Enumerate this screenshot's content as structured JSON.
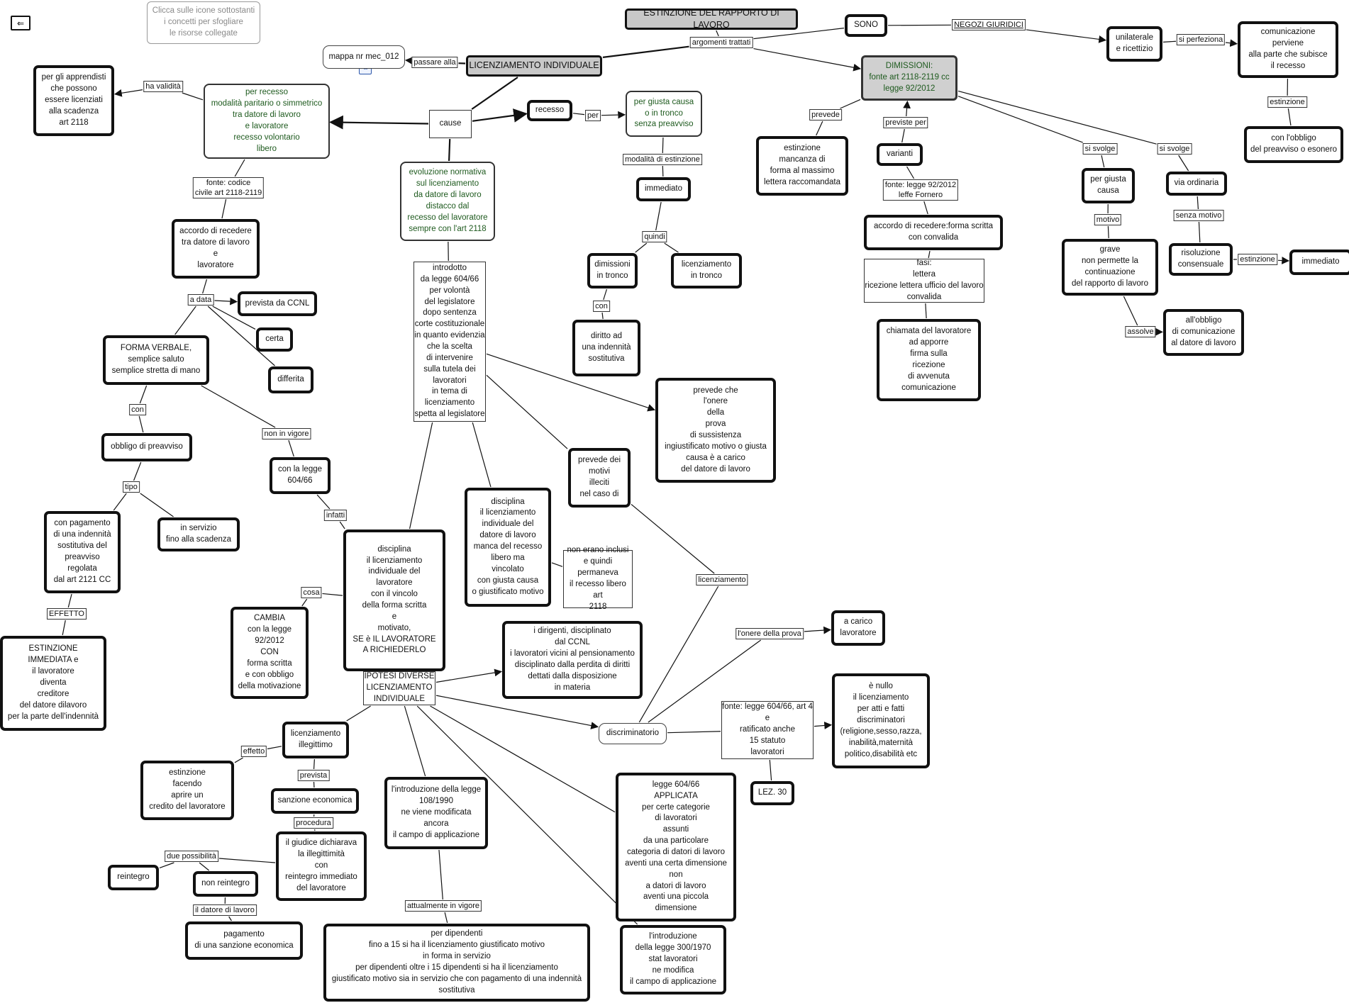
{
  "nodes": [
    {
      "id": "hint",
      "text": "Clicca sulle icone sottostanti\ni concetti per sfogliare\nle risorse collegate",
      "style": "thing"
    },
    {
      "id": "title",
      "text": "ESTINZIONE DEL RAPPORTO DI LAVORO",
      "style": "title"
    },
    {
      "id": "sono",
      "text": "SONO",
      "style": "bold"
    },
    {
      "id": "unilat",
      "text": "unilaterale\ne ricettizio",
      "style": "bold"
    },
    {
      "id": "comunicazione",
      "text": "comunicazione\nperviene\nalla parte che subisce\nil recesso",
      "style": "bold"
    },
    {
      "id": "obbligo_preav",
      "text": "con l'obbligo\ndel preavviso o esonero",
      "style": "bold"
    },
    {
      "id": "mappa",
      "text": "mappa nr mec_012",
      "style": "thinr"
    },
    {
      "id": "licenz",
      "text": "LICENZIAMENTO INDIVIDUALE",
      "style": "title"
    },
    {
      "id": "dimissioni",
      "text": "DIMISSIONI:\nfonte art 2118-2119 cc\nlegge 92/2012",
      "style": "dimbox"
    },
    {
      "id": "apprendisti",
      "text": "per gli apprendisti\nche possono\nessere licenziati\nalla scadenza\nart 2118",
      "style": "bold"
    },
    {
      "id": "perrecesso",
      "text": "per recesso\nmodalità paritario o simmetrico\ntra datore di lavoro\ne lavoratore\nrecesso volontario\nlibero",
      "style": "green"
    },
    {
      "id": "cause",
      "text": "cause",
      "style": "thin"
    },
    {
      "id": "recesso",
      "text": "recesso",
      "style": "bold"
    },
    {
      "id": "giustacausa",
      "text": "per giusta causa\no in tronco\nsenza preavviso",
      "style": "green"
    },
    {
      "id": "estinzione_mancanza",
      "text": "estinzione\nmancanza di\nforma al massimo\nlettera raccomandata",
      "style": "bold"
    },
    {
      "id": "varianti",
      "text": "varianti",
      "style": "bold"
    },
    {
      "id": "pergiustacausa",
      "text": "per giusta\ncausa",
      "style": "bold"
    },
    {
      "id": "viaordinaria",
      "text": "via ordinaria",
      "style": "bold"
    },
    {
      "id": "evoluzione",
      "text": "evoluzione normativa\nsul licenziamento\nda datore di lavoro\ndistacco dal\nrecesso del lavoratore\nsempre con l'art 2118",
      "style": "green"
    },
    {
      "id": "immediato",
      "text": "immediato",
      "style": "bold"
    },
    {
      "id": "accordo",
      "text": "accordo di recedere\ntra datore di lavoro\ne\nlavoratore",
      "style": "bold"
    },
    {
      "id": "accordo_convalida",
      "text": "accordo di recedere:forma scritta\ncon convalida",
      "style": "bold"
    },
    {
      "id": "grave",
      "text": "grave\nnon permette la\ncontinuazione\ndel rapporto di lavoro",
      "style": "bold"
    },
    {
      "id": "risoluzione",
      "text": "risoluzione\nconsensuale",
      "style": "bold"
    },
    {
      "id": "immediato2",
      "text": "immediato",
      "style": "bold"
    },
    {
      "id": "introdotto",
      "text": "introdotto\nda legge 604/66\nper volontà\ndel legislatore\ndopo sentenza\ncorte costituzionale\nin quanto evidenzia\nche la scelta\ndi intervenire\nsulla tutela dei\nlavoratori\nin tema di\nlicenziamento\nspetta al legislatore",
      "style": "thin"
    },
    {
      "id": "dim_tronco",
      "text": "dimissioni\nin tronco",
      "style": "bold"
    },
    {
      "id": "lic_tronco",
      "text": "licenziamento\nin tronco",
      "style": "bold"
    },
    {
      "id": "fasi",
      "text": "fasi:\nlettera\nricezione lettera ufficio del lavoro\nconvalida",
      "style": "thin"
    },
    {
      "id": "prevista_ccnl",
      "text": "prevista da CCNL",
      "style": "bold"
    },
    {
      "id": "certa",
      "text": "certa",
      "style": "bold"
    },
    {
      "id": "formaverbale",
      "text": "FORMA VERBALE,\nsemplice saluto\nsemplice stretta di mano",
      "style": "bold"
    },
    {
      "id": "differita",
      "text": "differita",
      "style": "bold"
    },
    {
      "id": "diritto",
      "text": "diritto ad\nuna indennità\nsostitutiva",
      "style": "bold"
    },
    {
      "id": "chiamata",
      "text": "chiamata del lavoratore\nad apporre\nfirma sulla\nricezione\ndi avvenuta\ncomunicazione",
      "style": "bold"
    },
    {
      "id": "allobbligo",
      "text": "all'obbligo\ndi comunicazione\nal datore di lavoro",
      "style": "bold"
    },
    {
      "id": "prevedeonere",
      "text": "prevede che\nl'onere\ndella\nprova\ndi sussistenza\ningiustificato motivo o giusta\ncausa è a carico\ndel datore di lavoro",
      "style": "bold"
    },
    {
      "id": "obbligo_preavviso",
      "text": "obbligo di preavviso",
      "style": "bold"
    },
    {
      "id": "prevedemotivi",
      "text": "prevede dei\nmotivi\nilleciti\nnel caso di",
      "style": "bold"
    },
    {
      "id": "conlegge604",
      "text": "con la legge\n604/66",
      "style": "bold"
    },
    {
      "id": "disc_manca",
      "text": "disciplina\nil licenziamento\nindividuale del\ndatore di lavoro\nmanca del recesso\nlibero ma\nvincolato\ncon giusta causa\no giustificato motivo",
      "style": "bold"
    },
    {
      "id": "conpagamento",
      "text": "con pagamento\ndi una indennità\nsostitutiva del\npreavviso\nregolata\ndal art 2121 CC",
      "style": "bold"
    },
    {
      "id": "inservizio",
      "text": "in servizio\nfino alla scadenza",
      "style": "bold"
    },
    {
      "id": "disc_vincolo",
      "text": "disciplina\nil licenziamento\nindividuale del\nlavoratore\ncon il vincolo\ndella forma scritta\ne\nmotivato,\nSE è IL LAVORATORE\nA RICHIEDERLO",
      "style": "bold"
    },
    {
      "id": "noneranoinclusi",
      "text": "non erano inclusi\ne quindi\npermaneva\nil recesso libero art\n2118",
      "style": "thin"
    },
    {
      "id": "cambia",
      "text": "CAMBIA\ncon la legge\n92/2012\nCON\nforma scritta\ne con obbligo\ndella motivazione",
      "style": "bold"
    },
    {
      "id": "dirigenti",
      "text": "i dirigenti, disciplinato\ndal CCNL\ni lavoratori vicini al pensionamento\ndisciplinato dalla perdita di diritti\ndettati dalla disposizione\nin materia",
      "style": "bold"
    },
    {
      "id": "acarico",
      "text": "a carico\nlavoratore",
      "style": "bold"
    },
    {
      "id": "estinzione_immediata",
      "text": "ESTINZIONE\nIMMEDIATA e\nil lavoratore\ndiventa\ncreditore\ndel datore dilavoro\nper la parte dell'indennità",
      "style": "bold"
    },
    {
      "id": "ipotesi",
      "text": "IPOTESI DIVERSE\nLICENZIAMENTO\nINDIVIDUALE",
      "style": "thin"
    },
    {
      "id": "enullo",
      "text": "è nullo\nil licenziamento\nper atti e fatti\ndiscriminatori\n(religione,sesso,razza,\ninabilità,maternità\npolitico,disabilità etc",
      "style": "bold"
    },
    {
      "id": "fonte604",
      "text": "fonte: legge 604/66, art 4\ne\nratificato anche\n15 statuto\nlavoratori",
      "style": "thin"
    },
    {
      "id": "discriminatorio",
      "text": "discriminatorio",
      "style": "thinr"
    },
    {
      "id": "lic_illegittimo",
      "text": "licenziamento\nillegittimo",
      "style": "bold"
    },
    {
      "id": "estinzione_credito",
      "text": "estinzione\nfacendo\naprire un\ncredito del lavoratore",
      "style": "bold"
    },
    {
      "id": "lez30",
      "text": "LEZ. 30",
      "style": "bold"
    },
    {
      "id": "legge604applicata",
      "text": "legge 604/66\nAPPLICATA\nper certe categorie\ndi lavoratori\nassunti\nda una particolare\ncategoria di datori di lavoro\naventi una certa dimensione\nnon\na datori di lavoro\naventi una piccola\ndimensione",
      "style": "bold"
    },
    {
      "id": "sanzione",
      "text": "sanzione economica",
      "style": "bold"
    },
    {
      "id": "legge108",
      "text": "l'introduzione della legge\n108/1990\nne viene modificata\nancora\nil campo di applicazione",
      "style": "bold"
    },
    {
      "id": "giudice",
      "text": "il giudice dichiarava\nla illegittimità\ncon\nreintegro immediato\ndel lavoratore",
      "style": "bold"
    },
    {
      "id": "reintegro",
      "text": "reintegro",
      "style": "bold"
    },
    {
      "id": "nonreintegro",
      "text": "non reintegro",
      "style": "bold"
    },
    {
      "id": "legge300",
      "text": "l'introduzione\ndella legge 300/1970\nstat lavoratori\nne modifica\nil campo di applicazione",
      "style": "bold"
    },
    {
      "id": "pagamento_sanzione",
      "text": "pagamento\ndi una sanzione economica",
      "style": "bold"
    },
    {
      "id": "perdipendenti",
      "text": "per dipendenti\nfino a 15 si ha il licenziamento giustificato motivo\nin forma  in servizio\nper dipendenti oltre i 15 dipendenti si ha il licenziamento\ngiustificato motivo sia in servizio che con pagamento di una indennità\nsostitutiva",
      "style": "bold"
    }
  ],
  "labels": [
    {
      "id": "l_arg",
      "text": "argomenti trattati"
    },
    {
      "id": "l_negozi",
      "text": "NEGOZI GIURIDICI",
      "ul": true
    },
    {
      "id": "l_siperf",
      "text": "si perfeziona"
    },
    {
      "id": "l_estinzione1",
      "text": "estinzione"
    },
    {
      "id": "l_passare",
      "text": "passare alla"
    },
    {
      "id": "l_validita",
      "text": "ha validità"
    },
    {
      "id": "l_per",
      "text": "per"
    },
    {
      "id": "l_prevede",
      "text": "prevede"
    },
    {
      "id": "l_previste",
      "text": "previste per"
    },
    {
      "id": "l_sisvolge1",
      "text": "si svolge"
    },
    {
      "id": "l_sisvolge2",
      "text": "si svolge"
    },
    {
      "id": "l_modalita",
      "text": "modalità di estinzione"
    },
    {
      "id": "l_fontecodice",
      "text": "fonte: codice\ncivile art 2118-2119"
    },
    {
      "id": "l_fonte92",
      "text": "fonte: legge 92/2012\nleffe Fornero"
    },
    {
      "id": "l_motivo",
      "text": "motivo"
    },
    {
      "id": "l_senzamotivo",
      "text": "senza motivo"
    },
    {
      "id": "l_estinzione2",
      "text": "estinzione"
    },
    {
      "id": "l_quindi",
      "text": "quindi"
    },
    {
      "id": "l_adata",
      "text": "a data"
    },
    {
      "id": "l_con1",
      "text": "con"
    },
    {
      "id": "l_assolve",
      "text": "assolve"
    },
    {
      "id": "l_con2",
      "text": "con"
    },
    {
      "id": "l_nonvigore",
      "text": "non in vigore"
    },
    {
      "id": "l_tipo",
      "text": "tipo"
    },
    {
      "id": "l_infatti",
      "text": "infatti"
    },
    {
      "id": "l_licenziamento",
      "text": "licenziamento"
    },
    {
      "id": "l_cosa",
      "text": "cosa"
    },
    {
      "id": "l_effetto1",
      "text": "EFFETTO"
    },
    {
      "id": "l_onere",
      "text": "l'onere della prova"
    },
    {
      "id": "l_effetto2",
      "text": "effetto"
    },
    {
      "id": "l_prevista",
      "text": "prevista"
    },
    {
      "id": "l_procedura",
      "text": "procedura"
    },
    {
      "id": "l_duepos",
      "text": "due possibilità"
    },
    {
      "id": "l_datore",
      "text": "il datore di lavoro"
    },
    {
      "id": "l_attualmente",
      "text": "attualmente in vigore"
    }
  ],
  "links": [
    [
      "title",
      "l_arg",
      "plain"
    ],
    [
      "l_arg",
      "sono",
      "plain"
    ],
    [
      "l_arg",
      "licenz",
      "plain"
    ],
    [
      "l_arg",
      "dimissioni",
      "arrow"
    ],
    [
      "sono",
      "l_negozi",
      "plain"
    ],
    [
      "l_negozi",
      "unilat",
      "arrow"
    ],
    [
      "unilat",
      "l_siperf",
      "plain"
    ],
    [
      "l_siperf",
      "comunicazione",
      "arrow"
    ],
    [
      "comunicazione",
      "l_estinzione1",
      "plain"
    ],
    [
      "l_estinzione1",
      "obbligo_preav",
      "plain"
    ],
    [
      "licenz",
      "l_passare",
      "plain"
    ],
    [
      "l_passare",
      "mappa",
      "arrow"
    ],
    [
      "licenz",
      "cause",
      "plain"
    ],
    [
      "cause",
      "perrecesso",
      "arrow"
    ],
    [
      "cause",
      "recesso",
      "arrow"
    ],
    [
      "cause",
      "evoluzione",
      "plain"
    ],
    [
      "perrecesso",
      "l_validita",
      "plain"
    ],
    [
      "l_validita",
      "apprendisti",
      "arrow"
    ],
    [
      "perrecesso",
      "l_fontecodice",
      "plain"
    ],
    [
      "l_fontecodice",
      "accordo",
      "plain"
    ],
    [
      "accordo",
      "l_adata",
      "plain"
    ],
    [
      "l_adata",
      "prevista_ccnl",
      "arrow"
    ],
    [
      "l_adata",
      "certa",
      "plain"
    ],
    [
      "l_adata",
      "differita",
      "plain"
    ],
    [
      "l_adata",
      "formaverbale",
      "plain"
    ],
    [
      "formaverbale",
      "l_con1",
      "plain"
    ],
    [
      "l_con1",
      "obbligo_preavviso",
      "plain"
    ],
    [
      "formaverbale",
      "l_nonvigore",
      "plain"
    ],
    [
      "l_nonvigore",
      "conlegge604",
      "plain"
    ],
    [
      "conlegge604",
      "l_infatti",
      "plain"
    ],
    [
      "l_infatti",
      "disc_vincolo",
      "plain"
    ],
    [
      "obbligo_preavviso",
      "l_tipo",
      "plain"
    ],
    [
      "l_tipo",
      "conpagamento",
      "plain"
    ],
    [
      "l_tipo",
      "inservizio",
      "plain"
    ],
    [
      "conpagamento",
      "l_effetto1",
      "plain"
    ],
    [
      "l_effetto1",
      "estinzione_immediata",
      "plain"
    ],
    [
      "recesso",
      "l_per",
      "plain"
    ],
    [
      "l_per",
      "giustacausa",
      "arrow"
    ],
    [
      "giustacausa",
      "l_modalita",
      "plain"
    ],
    [
      "l_modalita",
      "immediato",
      "plain"
    ],
    [
      "immediato",
      "l_quindi",
      "plain"
    ],
    [
      "l_quindi",
      "dim_tronco",
      "plain"
    ],
    [
      "l_quindi",
      "lic_tronco",
      "plain"
    ],
    [
      "dim_tronco",
      "l_con2",
      "plain"
    ],
    [
      "l_con2",
      "diritto",
      "plain"
    ],
    [
      "evoluzione",
      "introdotto",
      "plain"
    ],
    [
      "introdotto",
      "prevedeonere",
      "arrow"
    ],
    [
      "introdotto",
      "prevedemotivi",
      "plain"
    ],
    [
      "introdotto",
      "disc_vincolo",
      "plain"
    ],
    [
      "introdotto",
      "disc_manca",
      "plain"
    ],
    [
      "disc_manca",
      "noneranoinclusi",
      "plain"
    ],
    [
      "disc_vincolo",
      "l_cosa",
      "plain"
    ],
    [
      "l_cosa",
      "cambia",
      "plain"
    ],
    [
      "disc_vincolo",
      "ipotesi",
      "plain"
    ],
    [
      "ipotesi",
      "dirigenti",
      "arrow"
    ],
    [
      "ipotesi",
      "discriminatorio",
      "arrow"
    ],
    [
      "ipotesi",
      "lic_illegittimo",
      "plain"
    ],
    [
      "ipotesi",
      "legge108",
      "plain"
    ],
    [
      "ipotesi",
      "legge604applicata",
      "plain"
    ],
    [
      "ipotesi",
      "legge300",
      "plain"
    ],
    [
      "prevedemotivi",
      "l_licenziamento",
      "plain"
    ],
    [
      "l_licenziamento",
      "discriminatorio",
      "plain"
    ],
    [
      "discriminatorio",
      "l_onere",
      "plain"
    ],
    [
      "l_onere",
      "acarico",
      "arrow"
    ],
    [
      "discriminatorio",
      "fonte604",
      "plain"
    ],
    [
      "fonte604",
      "enullo",
      "arrow"
    ],
    [
      "fonte604",
      "lez30",
      "plain"
    ],
    [
      "lic_illegittimo",
      "l_effetto2",
      "plain"
    ],
    [
      "l_effetto2",
      "estinzione_credito",
      "plain"
    ],
    [
      "lic_illegittimo",
      "l_prevista",
      "plain"
    ],
    [
      "l_prevista",
      "sanzione",
      "plain"
    ],
    [
      "sanzione",
      "l_procedura",
      "plain"
    ],
    [
      "l_procedura",
      "giudice",
      "plain"
    ],
    [
      "giudice",
      "l_duepos",
      "plain"
    ],
    [
      "l_duepos",
      "reintegro",
      "plain"
    ],
    [
      "l_duepos",
      "nonreintegro",
      "plain"
    ],
    [
      "nonreintegro",
      "l_datore",
      "plain"
    ],
    [
      "l_datore",
      "pagamento_sanzione",
      "plain"
    ],
    [
      "legge108",
      "l_attualmente",
      "plain"
    ],
    [
      "l_attualmente",
      "perdipendenti",
      "plain"
    ],
    [
      "dimissioni",
      "l_prevede",
      "plain"
    ],
    [
      "l_prevede",
      "estinzione_mancanza",
      "plain"
    ],
    [
      "varianti",
      "l_previste",
      "plain"
    ],
    [
      "l_previste",
      "dimissioni",
      "arrow"
    ],
    [
      "varianti",
      "l_fonte92",
      "plain"
    ],
    [
      "l_fonte92",
      "accordo_convalida",
      "plain"
    ],
    [
      "accordo_convalida",
      "fasi",
      "plain"
    ],
    [
      "fasi",
      "chiamata",
      "plain"
    ],
    [
      "dimissioni",
      "l_sisvolge1",
      "plain"
    ],
    [
      "l_sisvolge1",
      "pergiustacausa",
      "plain"
    ],
    [
      "dimissioni",
      "l_sisvolge2",
      "plain"
    ],
    [
      "l_sisvolge2",
      "viaordinaria",
      "plain"
    ],
    [
      "pergiustacausa",
      "l_motivo",
      "plain"
    ],
    [
      "l_motivo",
      "grave",
      "plain"
    ],
    [
      "grave",
      "l_assolve",
      "plain"
    ],
    [
      "l_assolve",
      "allobbligo",
      "arrow"
    ],
    [
      "viaordinaria",
      "l_senzamotivo",
      "plain"
    ],
    [
      "l_senzamotivo",
      "risoluzione",
      "plain"
    ],
    [
      "risoluzione",
      "l_estinzione2",
      "plain"
    ],
    [
      "l_estinzione2",
      "immediato2",
      "arrow"
    ]
  ],
  "back_glyph": "⇐",
  "map_icon": "icon"
}
